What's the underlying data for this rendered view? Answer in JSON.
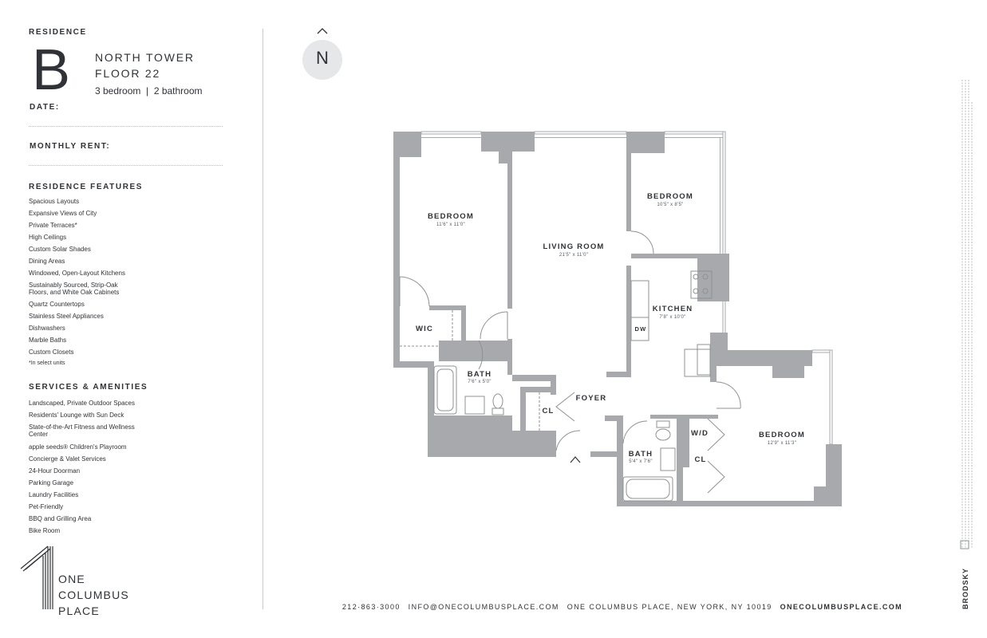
{
  "residence": {
    "label": "RESIDENCE",
    "letter": "B",
    "tower": "NORTH TOWER",
    "floor": "FLOOR 22",
    "bed_bath": "3 bedroom  |  2 bathroom"
  },
  "form": {
    "date_label": "DATE:",
    "rent_label": "MONTHLY RENT:"
  },
  "features": {
    "title": "RESIDENCE FEATURES",
    "items": [
      "Spacious Layouts",
      "Expansive Views of City",
      "Private Terraces*",
      "High Ceilings",
      "Custom Solar Shades",
      "Dining Areas",
      "Windowed, Open-Layout Kitchens",
      "Sustainably Sourced, Strip-Oak Floors, and White Oak Cabinets",
      "Quartz Countertops",
      "Stainless Steel Appliances",
      "Dishwashers",
      "Marble Baths",
      "Custom Closets"
    ],
    "note": "*In select units"
  },
  "services": {
    "title": "SERVICES & AMENITIES",
    "items": [
      "Landscaped, Private Outdoor Spaces",
      "Residents' Lounge with Sun Deck",
      "State-of-the-Art Fitness and Wellness Center",
      "apple seeds® Children's Playroom",
      "Concierge & Valet Services",
      "24-Hour Doorman",
      "Parking Garage",
      "Laundry Facilities",
      "Pet-Friendly",
      "BBQ and Grilling Area",
      "Bike Room"
    ]
  },
  "logo": {
    "line1": "ONE",
    "line2": "COLUMBUS",
    "line3": "PLACE"
  },
  "compass": {
    "letter": "N",
    "icon": "north-arrow-icon"
  },
  "floorplan": {
    "rooms": {
      "bedroom_west": {
        "name": "BEDROOM",
        "dim": "11'6\" x 11'0\""
      },
      "living": {
        "name": "LIVING ROOM",
        "dim": "21'5\" x 11'0\""
      },
      "bedroom_north": {
        "name": "BEDROOM",
        "dim": "10'5\" x 8'5\""
      },
      "kitchen": {
        "name": "KITCHEN",
        "dim": "7'8\" x 10'0\""
      },
      "wic": {
        "name": "WIC"
      },
      "bath_west": {
        "name": "BATH",
        "dim": "7'6\" x 5'0\""
      },
      "cl_foyer": {
        "name": "CL"
      },
      "foyer": {
        "name": "FOYER"
      },
      "dw": {
        "name": "DW"
      },
      "wd": {
        "name": "W/D"
      },
      "cl_east": {
        "name": "CL"
      },
      "bath_south": {
        "name": "BATH",
        "dim": "5'4\" x 7'6\""
      },
      "bedroom_east": {
        "name": "BEDROOM",
        "dim": "12'9\" x 11'3\""
      }
    },
    "colors": {
      "wall": "#a7a9ac",
      "line": "#8e9195"
    }
  },
  "footer": {
    "phone": "212·863·3000",
    "email": "INFO@ONECOLUMBUSPLACE.COM",
    "address": "ONE COLUMBUS PLACE, NEW YORK, NY 10019",
    "website": "ONECOLUMBUSPLACE.COM"
  },
  "brand": {
    "name": "BRODSKY"
  }
}
